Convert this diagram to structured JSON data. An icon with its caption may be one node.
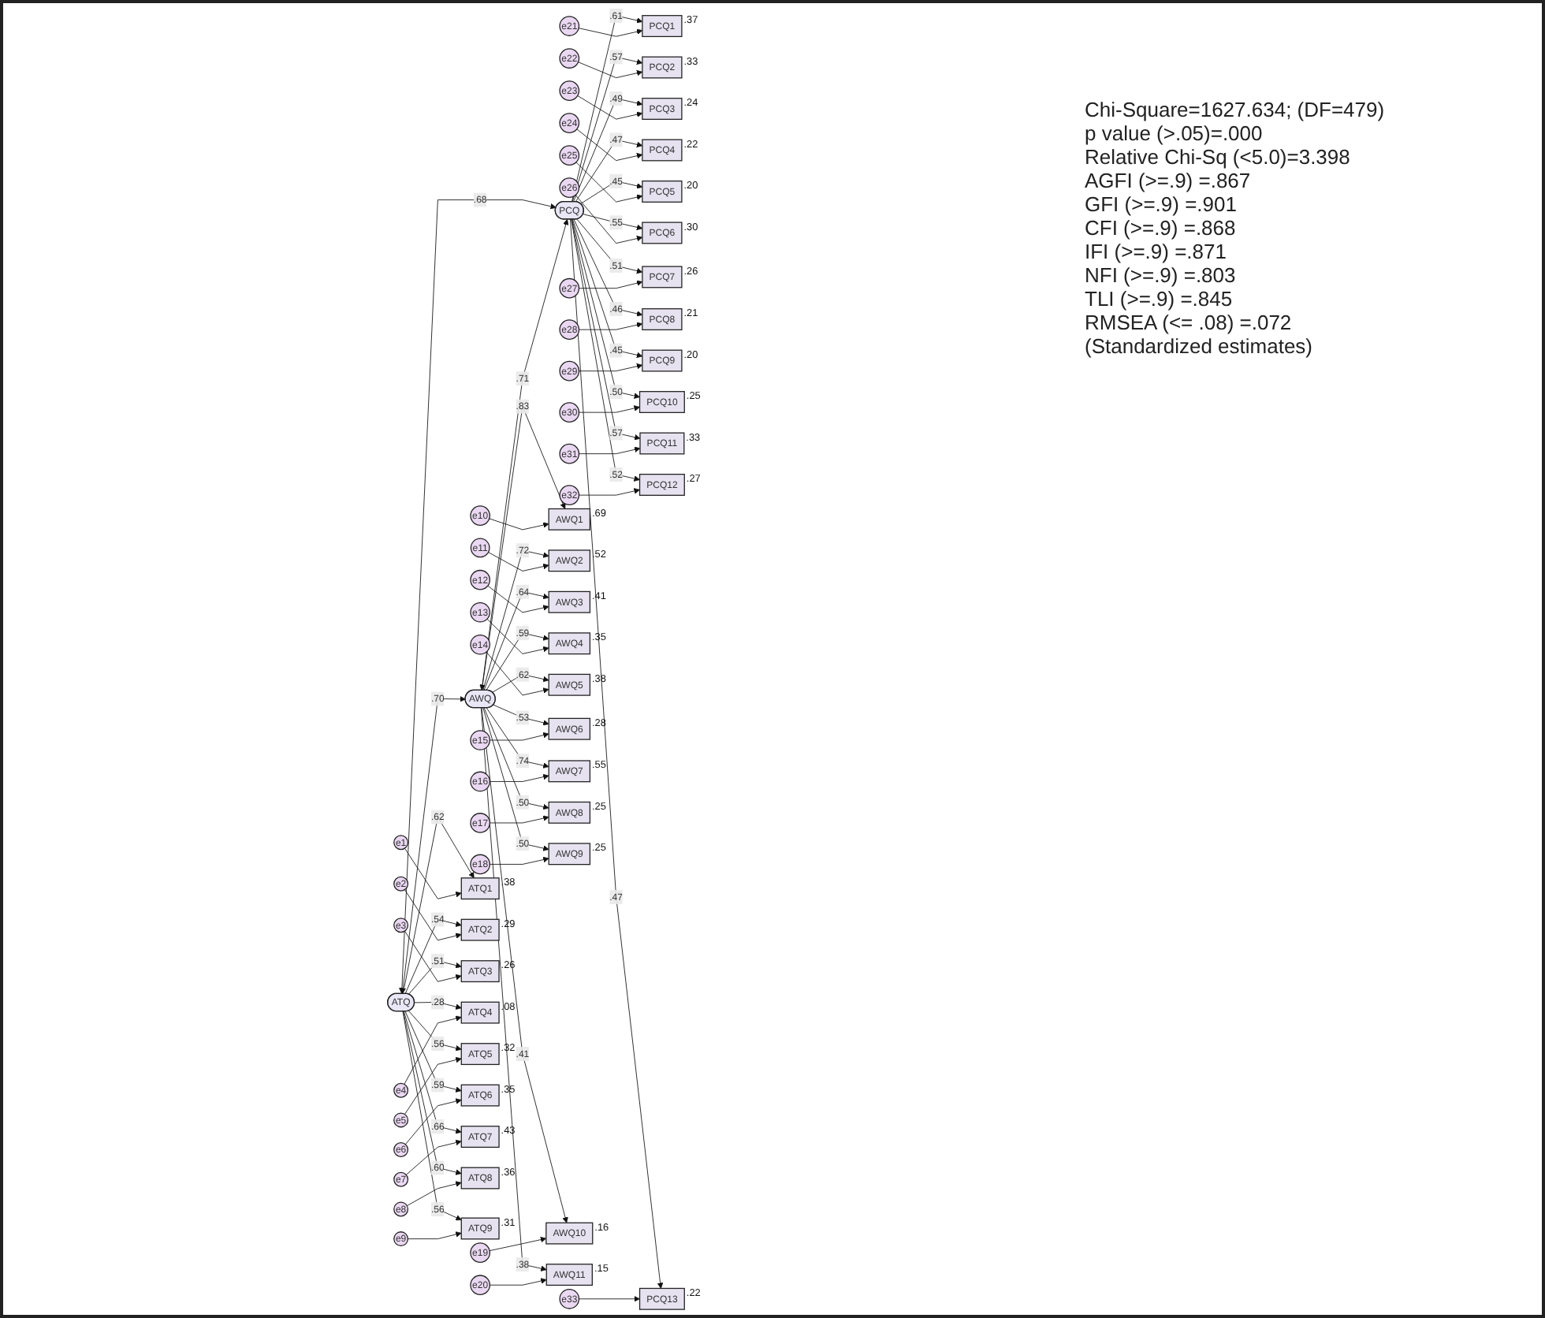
{
  "diagram": {
    "nodes": [
      {
        "text": [
          "e1"
        ]
      },
      {
        "text": [
          "e2"
        ]
      },
      {
        "text": [
          "e3"
        ]
      },
      {
        "text": [
          "e4"
        ]
      },
      {
        "text": [
          "e5"
        ]
      },
      {
        "text": [
          "e6"
        ]
      },
      {
        "text": [
          "e7"
        ]
      },
      {
        "text": [
          "e8"
        ]
      },
      {
        "text": [
          "e9"
        ]
      },
      {
        "text": [
          "e10"
        ]
      },
      {
        "text": [
          "e11"
        ]
      },
      {
        "text": [
          "e12"
        ]
      },
      {
        "text": [
          "e13"
        ]
      },
      {
        "text": [
          "e14"
        ]
      },
      {
        "text": [
          "e15"
        ]
      },
      {
        "text": [
          "e16"
        ]
      },
      {
        "text": [
          "e17"
        ]
      },
      {
        "text": [
          "e18"
        ]
      },
      {
        "text": [
          "e19"
        ]
      },
      {
        "text": [
          "e20"
        ]
      },
      {
        "text": [
          "e21"
        ]
      },
      {
        "text": [
          "e22"
        ]
      },
      {
        "text": [
          "e23"
        ]
      },
      {
        "text": [
          "e24"
        ]
      },
      {
        "text": [
          "e25"
        ]
      },
      {
        "text": [
          "e26"
        ]
      },
      {
        "text": [
          "e27"
        ]
      },
      {
        "text": [
          "e28"
        ]
      },
      {
        "text": [
          "e29"
        ]
      },
      {
        "text": [
          "e30"
        ]
      },
      {
        "text": [
          "e31"
        ]
      },
      {
        "text": [
          "e32"
        ]
      },
      {
        "text": [
          "e33"
        ]
      },
      {
        "text": [
          "ATQ1"
        ],
        "beside": [
          ".38"
        ]
      },
      {
        "text": [
          "ATQ2"
        ],
        "beside": [
          ".29"
        ]
      },
      {
        "text": [
          "ATQ3"
        ],
        "beside": [
          ".26"
        ]
      },
      {
        "text": [
          "ATQ4"
        ],
        "beside": [
          ".08"
        ]
      },
      {
        "text": [
          "ATQ5"
        ],
        "beside": [
          ".32"
        ]
      },
      {
        "text": [
          "ATQ6"
        ],
        "beside": [
          ".35"
        ]
      },
      {
        "text": [
          "ATQ7"
        ],
        "beside": [
          ".43"
        ]
      },
      {
        "text": [
          "ATQ8"
        ],
        "beside": [
          ".36"
        ]
      },
      {
        "text": [
          "ATQ9"
        ],
        "beside": [
          ".31"
        ]
      },
      {
        "text": [
          "AWQ1"
        ],
        "beside": [
          ".69"
        ]
      },
      {
        "text": [
          "AWQ2"
        ],
        "beside": [
          ".52"
        ]
      },
      {
        "text": [
          "AWQ3"
        ],
        "beside": [
          ".41"
        ]
      },
      {
        "text": [
          "AWQ4"
        ],
        "beside": [
          ".35"
        ]
      },
      {
        "text": [
          "AWQ5"
        ],
        "beside": [
          ".38"
        ]
      },
      {
        "text": [
          "AWQ6"
        ],
        "beside": [
          ".28"
        ]
      },
      {
        "text": [
          "AWQ7"
        ],
        "beside": [
          ".55"
        ]
      },
      {
        "text": [
          "AWQ8"
        ],
        "beside": [
          ".25"
        ]
      },
      {
        "text": [
          "AWQ9"
        ],
        "beside": [
          ".25"
        ]
      },
      {
        "text": [
          "AWQ10"
        ],
        "beside": [
          ".16"
        ]
      },
      {
        "text": [
          "AWQ11"
        ],
        "beside": [
          ".15"
        ]
      },
      {
        "text": [
          "PCQ1"
        ],
        "beside": [
          ".37"
        ]
      },
      {
        "text": [
          "PCQ2"
        ],
        "beside": [
          ".33"
        ]
      },
      {
        "text": [
          "PCQ3"
        ],
        "beside": [
          ".24"
        ]
      },
      {
        "text": [
          "PCQ4"
        ],
        "beside": [
          ".22"
        ]
      },
      {
        "text": [
          "PCQ5"
        ],
        "beside": [
          ".20"
        ]
      },
      {
        "text": [
          "PCQ6"
        ],
        "beside": [
          ".30"
        ]
      },
      {
        "text": [
          "PCQ7"
        ],
        "beside": [
          ".26"
        ]
      },
      {
        "text": [
          "PCQ8"
        ],
        "beside": [
          ".21"
        ]
      },
      {
        "text": [
          "PCQ9"
        ],
        "beside": [
          ".20"
        ]
      },
      {
        "text": [
          "PCQ10"
        ],
        "beside": [
          ".25"
        ]
      },
      {
        "text": [
          "PCQ11"
        ],
        "beside": [
          ".33"
        ]
      },
      {
        "text": [
          "PCQ12"
        ],
        "beside": [
          ".27"
        ]
      },
      {
        "text": [
          "PCQ13"
        ],
        "beside": [
          ".22"
        ]
      },
      {
        "text": [
          "ATQ"
        ]
      },
      {
        "text": [
          "AWQ"
        ]
      },
      {
        "text": [
          "PCQ"
        ]
      }
    ],
    "edges": [
      {
        "from": 0,
        "to": 33,
        "arrow": "to"
      },
      {
        "from": 1,
        "to": 34,
        "arrow": "to"
      },
      {
        "from": 2,
        "to": 35,
        "arrow": "to"
      },
      {
        "from": 3,
        "to": 36,
        "arrow": "to"
      },
      {
        "from": 4,
        "to": 37,
        "arrow": "to"
      },
      {
        "from": 5,
        "to": 38,
        "arrow": "to"
      },
      {
        "from": 6,
        "to": 39,
        "arrow": "to"
      },
      {
        "from": 7,
        "to": 40,
        "arrow": "to"
      },
      {
        "from": 8,
        "to": 41,
        "arrow": "to"
      },
      {
        "from": 9,
        "to": 42,
        "arrow": "to"
      },
      {
        "from": 10,
        "to": 43,
        "arrow": "to"
      },
      {
        "from": 11,
        "to": 44,
        "arrow": "to"
      },
      {
        "from": 12,
        "to": 45,
        "arrow": "to"
      },
      {
        "from": 13,
        "to": 46,
        "arrow": "to"
      },
      {
        "from": 14,
        "to": 47,
        "arrow": "to"
      },
      {
        "from": 15,
        "to": 48,
        "arrow": "to"
      },
      {
        "from": 16,
        "to": 49,
        "arrow": "to"
      },
      {
        "from": 17,
        "to": 50,
        "arrow": "to"
      },
      {
        "from": 18,
        "to": 51,
        "arrow": "to"
      },
      {
        "from": 19,
        "to": 52,
        "arrow": "to"
      },
      {
        "from": 20,
        "to": 53,
        "arrow": "to"
      },
      {
        "from": 21,
        "to": 54,
        "arrow": "to"
      },
      {
        "from": 22,
        "to": 55,
        "arrow": "to"
      },
      {
        "from": 23,
        "to": 56,
        "arrow": "to"
      },
      {
        "from": 24,
        "to": 57,
        "arrow": "to"
      },
      {
        "from": 25,
        "to": 58,
        "arrow": "to"
      },
      {
        "from": 26,
        "to": 59,
        "arrow": "to"
      },
      {
        "from": 27,
        "to": 60,
        "arrow": "to"
      },
      {
        "from": 28,
        "to": 61,
        "arrow": "to"
      },
      {
        "from": 29,
        "to": 62,
        "arrow": "to"
      },
      {
        "from": 30,
        "to": 63,
        "arrow": "to"
      },
      {
        "from": 31,
        "to": 64,
        "arrow": "to"
      },
      {
        "from": 32,
        "to": 65,
        "arrow": "to"
      },
      {
        "from": 66,
        "to": 33,
        "arrow": "to",
        "label": ".62"
      },
      {
        "from": 66,
        "to": 34,
        "arrow": "to",
        "label": ".54"
      },
      {
        "from": 66,
        "to": 35,
        "arrow": "to",
        "label": ".51"
      },
      {
        "from": 66,
        "to": 36,
        "arrow": "to",
        "label": ".28"
      },
      {
        "from": 66,
        "to": 37,
        "arrow": "to",
        "label": ".56"
      },
      {
        "from": 66,
        "to": 38,
        "arrow": "to",
        "label": ".59"
      },
      {
        "from": 66,
        "to": 39,
        "arrow": "to",
        "label": ".66"
      },
      {
        "from": 66,
        "to": 40,
        "arrow": "to",
        "label": ".60"
      },
      {
        "from": 66,
        "to": 41,
        "arrow": "to",
        "label": ".56"
      },
      {
        "from": 67,
        "to": 42,
        "arrow": "to",
        "label": ".83"
      },
      {
        "from": 67,
        "to": 43,
        "arrow": "to",
        "label": ".72"
      },
      {
        "from": 67,
        "to": 44,
        "arrow": "to",
        "label": ".64"
      },
      {
        "from": 67,
        "to": 45,
        "arrow": "to",
        "label": ".59"
      },
      {
        "from": 67,
        "to": 46,
        "arrow": "to",
        "label": ".62"
      },
      {
        "from": 67,
        "to": 47,
        "arrow": "to",
        "label": ".53"
      },
      {
        "from": 67,
        "to": 48,
        "arrow": "to",
        "label": ".74"
      },
      {
        "from": 67,
        "to": 49,
        "arrow": "to",
        "label": ".50"
      },
      {
        "from": 67,
        "to": 50,
        "arrow": "to",
        "label": ".50"
      },
      {
        "from": 67,
        "to": 51,
        "arrow": "to",
        "label": ".41"
      },
      {
        "from": 67,
        "to": 52,
        "arrow": "to",
        "label": ".38"
      },
      {
        "from": 68,
        "to": 53,
        "arrow": "to",
        "label": ".61"
      },
      {
        "from": 68,
        "to": 54,
        "arrow": "to",
        "label": ".57"
      },
      {
        "from": 68,
        "to": 55,
        "arrow": "to",
        "label": ".49"
      },
      {
        "from": 68,
        "to": 56,
        "arrow": "to",
        "label": ".47"
      },
      {
        "from": 68,
        "to": 57,
        "arrow": "to",
        "label": ".45"
      },
      {
        "from": 68,
        "to": 58,
        "arrow": "to",
        "label": ".55"
      },
      {
        "from": 68,
        "to": 59,
        "arrow": "to",
        "label": ".51"
      },
      {
        "from": 68,
        "to": 60,
        "arrow": "to",
        "label": ".46"
      },
      {
        "from": 68,
        "to": 61,
        "arrow": "to",
        "label": ".45"
      },
      {
        "from": 68,
        "to": 62,
        "arrow": "to",
        "label": ".50"
      },
      {
        "from": 68,
        "to": 63,
        "arrow": "to",
        "label": ".57"
      },
      {
        "from": 68,
        "to": 64,
        "arrow": "to",
        "label": ".52"
      },
      {
        "from": 68,
        "to": 65,
        "arrow": "to",
        "label": ".47"
      },
      {
        "from": 66,
        "to": 67,
        "arrow": "both",
        "label": ".70"
      },
      {
        "from": 67,
        "to": 68,
        "arrow": "both",
        "label": ".71"
      },
      {
        "from": 66,
        "to": 68,
        "arrow": "both",
        "label": ".68"
      }
    ],
    "labels": [
      "Chi-Square=1627.634; (DF=479)",
      "p value (>.05)=.000",
      "Relative Chi-Sq (<5.0)=3.398",
      "AGFI (>=.9) =.867",
      "GFI (>=.9) =.901",
      "CFI (>=.9) =.868",
      "IFI (>=.9) =.871",
      "NFI (>=.9) =.803",
      "TLI (>=.9) =.845",
      "RMSEA (<= .08) =.072",
      "(Standardized estimates)"
    ]
  }
}
